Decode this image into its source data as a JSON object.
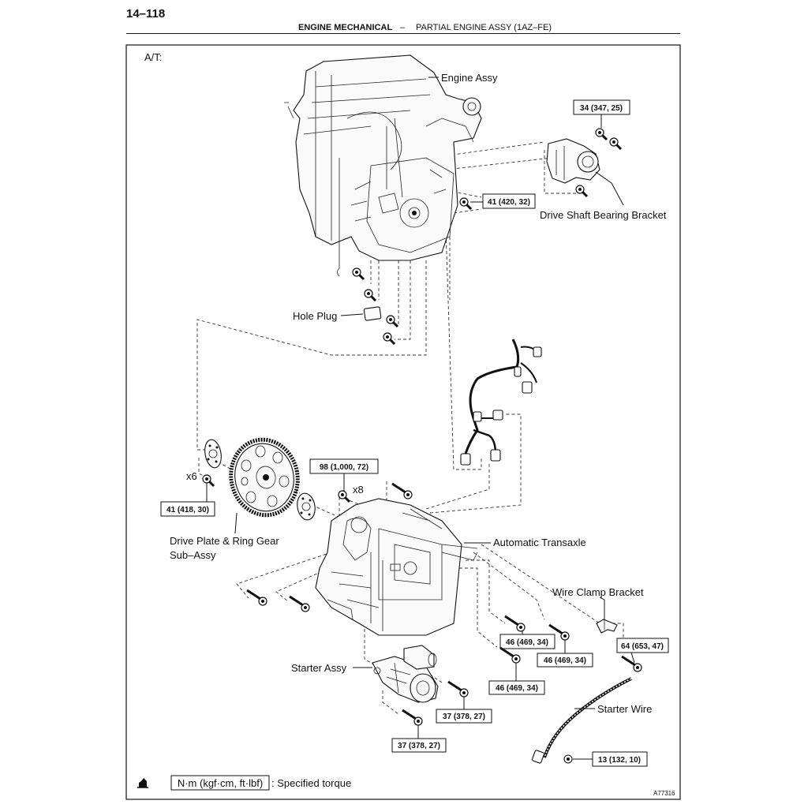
{
  "header": {
    "page_number": "14–118",
    "section": "ENGINE MECHANICAL",
    "separator": "–",
    "subsection": "PARTIAL ENGINE ASSY (1AZ–FE)"
  },
  "diagram": {
    "variant": "A/T:",
    "labels": {
      "engine_assy": "Engine Assy",
      "drive_shaft_bearing_bracket": "Drive Shaft Bearing Bracket",
      "hole_plug": "Hole Plug",
      "drive_plate": "Drive Plate & Ring Gear",
      "drive_plate_2": "Sub–Assy",
      "automatic_transaxle": "Automatic Transaxle",
      "wire_clamp_bracket": "Wire Clamp Bracket",
      "starter_assy": "Starter Assy",
      "starter_wire": "Starter Wire",
      "qty_x6": "x6",
      "qty_x8": "x8"
    },
    "torques": {
      "t_bracket_top": "34 (347, 25)",
      "t_bracket_mid": "41 (420, 32)",
      "t_flywheel_bolt": "98 (1,000, 72)",
      "t_driveplate": "41 (418, 30)",
      "t_trans_1": "46 (469, 34)",
      "t_trans_2": "46 (469, 34)",
      "t_trans_3": "46 (469, 34)",
      "t_clamp": "64 (653, 47)",
      "t_starter_1": "37 (378, 27)",
      "t_starter_2": "37 (378, 27)",
      "t_wire_nut": "13 (132, 10)"
    },
    "legend": {
      "unit": "N·m (kgf·cm, ft·lbf)",
      "text": ": Specified torque",
      "icon": "torque-wrench-icon"
    },
    "figure_id": "A77316"
  },
  "colors": {
    "ink": "#111111",
    "paper": "#ffffff"
  }
}
